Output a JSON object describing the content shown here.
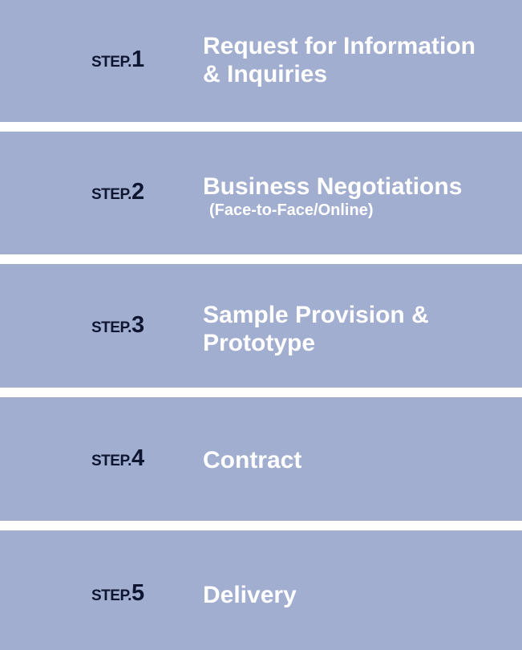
{
  "steps": [
    {
      "prefix": "STEP.",
      "number": "1",
      "title_line1": "Request for Information",
      "title_line2": "& Inquiries",
      "subtitle": ""
    },
    {
      "prefix": "STEP.",
      "number": "2",
      "title_line1": "Business Negotiations",
      "title_line2": "",
      "subtitle": "(Face-to-Face/Online)"
    },
    {
      "prefix": "STEP.",
      "number": "3",
      "title_line1": "Sample Provision &",
      "title_line2": "Prototype",
      "subtitle": ""
    },
    {
      "prefix": "STEP.",
      "number": "4",
      "title_line1": "Contract",
      "title_line2": "",
      "subtitle": ""
    },
    {
      "prefix": "STEP.",
      "number": "5",
      "title_line1": "Delivery",
      "title_line2": "",
      "subtitle": ""
    }
  ],
  "colors": {
    "panel": "#a2aed0",
    "step_label": "#0e1530",
    "title_text": "#ffffff"
  }
}
